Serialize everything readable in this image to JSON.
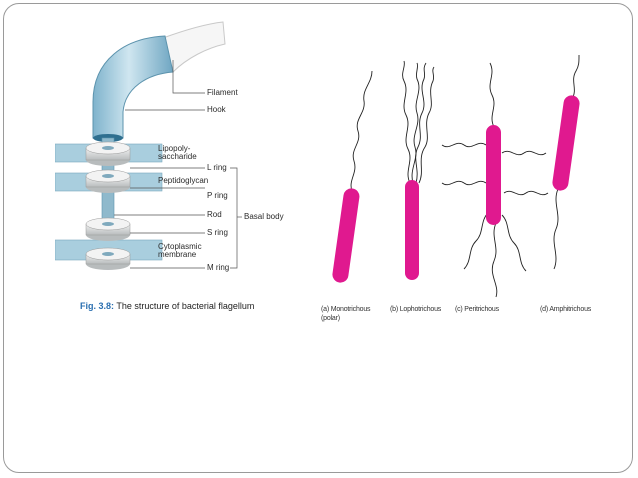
{
  "flagellum_figure": {
    "labels": {
      "filament": "Filament",
      "hook": "Hook",
      "lps": "Lipopoly-\nsaccharide",
      "l_ring": "L ring",
      "peptidoglycan": "Peptidoglycan",
      "p_ring": "P ring",
      "rod": "Rod",
      "s_ring": "S ring",
      "cytoplasmic_membrane": "Cytoplasmic\nmembrane",
      "m_ring": "M ring",
      "basal_body": "Basal body"
    },
    "caption_fig": "Fig. 3.8:",
    "caption_text": " The structure of bacterial flagellum"
  },
  "arrangement_figure": {
    "panels": [
      {
        "label": "(a) Monotrichous\n(polar)"
      },
      {
        "label": "(b) Lophotrichous"
      },
      {
        "label": "(c) Peritrichous"
      },
      {
        "label": "(d) Amphitrichous"
      }
    ],
    "colors": {
      "cell": "#e0198f",
      "flagella": "#222222"
    }
  },
  "colors": {
    "hook_blue": "#9cc6d9",
    "layer_blue": "#a9cede",
    "ring_grey": "#d9dcdc",
    "frame": "#9a9a9a"
  }
}
